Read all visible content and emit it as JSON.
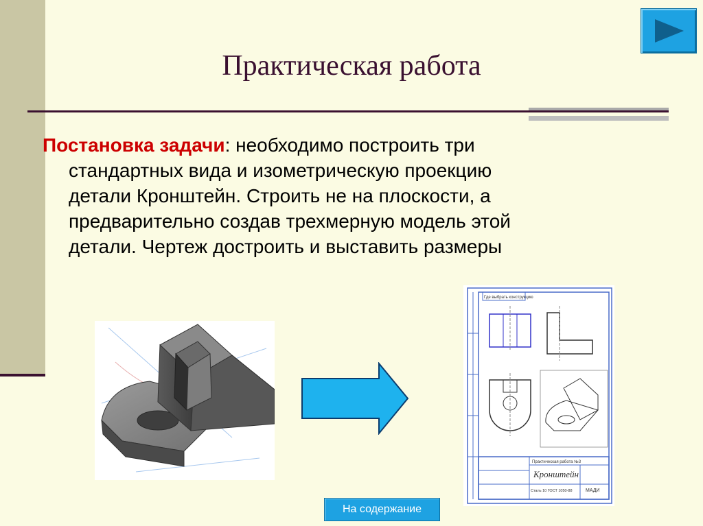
{
  "slide": {
    "title": "Практическая работа",
    "task_lead": "Постановка задачи",
    "task_lines": [
      ": необходимо построить три",
      "стандартных вида и  изометрическую проекцию",
      "детали Кронштейн. Строить не на плоскости, а",
      "предварительно создав трехмерную модель этой",
      "детали. Чертеж достроить и выставить размеры"
    ]
  },
  "nav": {
    "next_icon": "play-triangle-icon",
    "toc_label": "На содержание"
  },
  "drawing": {
    "header_note": "Где выбрать конструкцию",
    "title_block_text": "Практическая работа №3",
    "part_name": "Кронштейн",
    "material": "Сталь 10 ГОСТ 1050-88",
    "org": "МАДИ"
  },
  "colors": {
    "background": "#fbfbe3",
    "accent_red": "#cc0000",
    "dark": "#3a1030",
    "button_blue": "#1ea2e2"
  }
}
